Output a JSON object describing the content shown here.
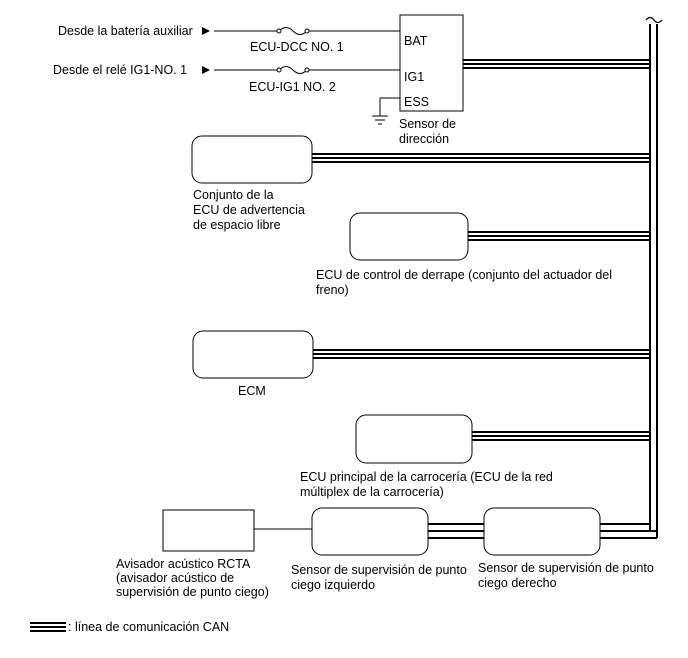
{
  "sources": {
    "aux_battery": "Desde la batería auxiliar",
    "ig1_relay": "Desde el relé IG1-NO. 1"
  },
  "fuses": {
    "fuse1": "ECU-DCC NO. 1",
    "fuse2": "ECU-IG1 NO. 2"
  },
  "steering_sensor": {
    "terminals": [
      "BAT",
      "IG1",
      "ESS"
    ],
    "name_line1": "Sensor de",
    "name_line2": "dirección"
  },
  "components": {
    "clearance_warning_ecu": [
      "Conjunto de la",
      "ECU de advertencia",
      "de espacio libre"
    ],
    "skid_control_ecu": [
      "ECU de control de derrape (conjunto del actuador del",
      "freno)"
    ],
    "ecm": "ECM",
    "main_body_ecu": [
      "ECU principal de la carrocería (ECU de la red",
      "múltiplex de la carrocería)"
    ],
    "rcta_buzzer": [
      "Avisador acústico RCTA",
      "(avisador acústico de",
      "supervisión de punto ciego)"
    ],
    "bsm_left": [
      "Sensor de supervisión de punto",
      "ciego izquierdo"
    ],
    "bsm_right": [
      "Sensor de supervisión de punto",
      "ciego derecho"
    ]
  },
  "legend": {
    "can_line": ": línea de comunicación CAN"
  }
}
